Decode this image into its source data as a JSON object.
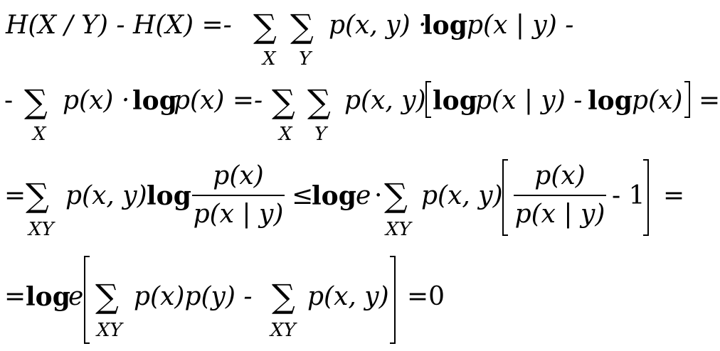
{
  "equation": {
    "line1": {
      "lhs": "H(X / Y) - H(X) =-",
      "sum1_sub": "X",
      "sum2_sub": "Y",
      "term": "p(x, y) ·",
      "log": "log",
      "term2": "p(x | y) -"
    },
    "line2": {
      "lead": "-",
      "sum_sub": "X",
      "term": "p(x) ·",
      "log": "log",
      "term2": "p(x) =-",
      "sum1_sub": "X",
      "sum2_sub": "Y",
      "term3": "p(x, y)",
      "log2": "log",
      "term4": "p(x | y) -",
      "log3": "log",
      "term5": "p(x)",
      "tail": "="
    },
    "line3": {
      "lead": "=",
      "sum_sub": "XY",
      "term": "p(x, y)",
      "log": "log",
      "frac_num": "p(x)",
      "frac_den": "p(x | y)",
      "leq": "≤",
      "log2": "log",
      "e": "e",
      "dot": "·",
      "sum2_sub": "XY",
      "term2": "p(x, y)",
      "frac2_num": "p(x)",
      "frac2_den": "p(x | y)",
      "minus_one": "- 1",
      "tail": "="
    },
    "line4": {
      "lead": "=",
      "log": "log",
      "e": "e",
      "sum1_sub": "XY",
      "term": "p(x)p(y) -",
      "sum2_sub": "XY",
      "term2": "p(x, y)",
      "tail": "=0"
    },
    "sum_symbol": "∑"
  }
}
